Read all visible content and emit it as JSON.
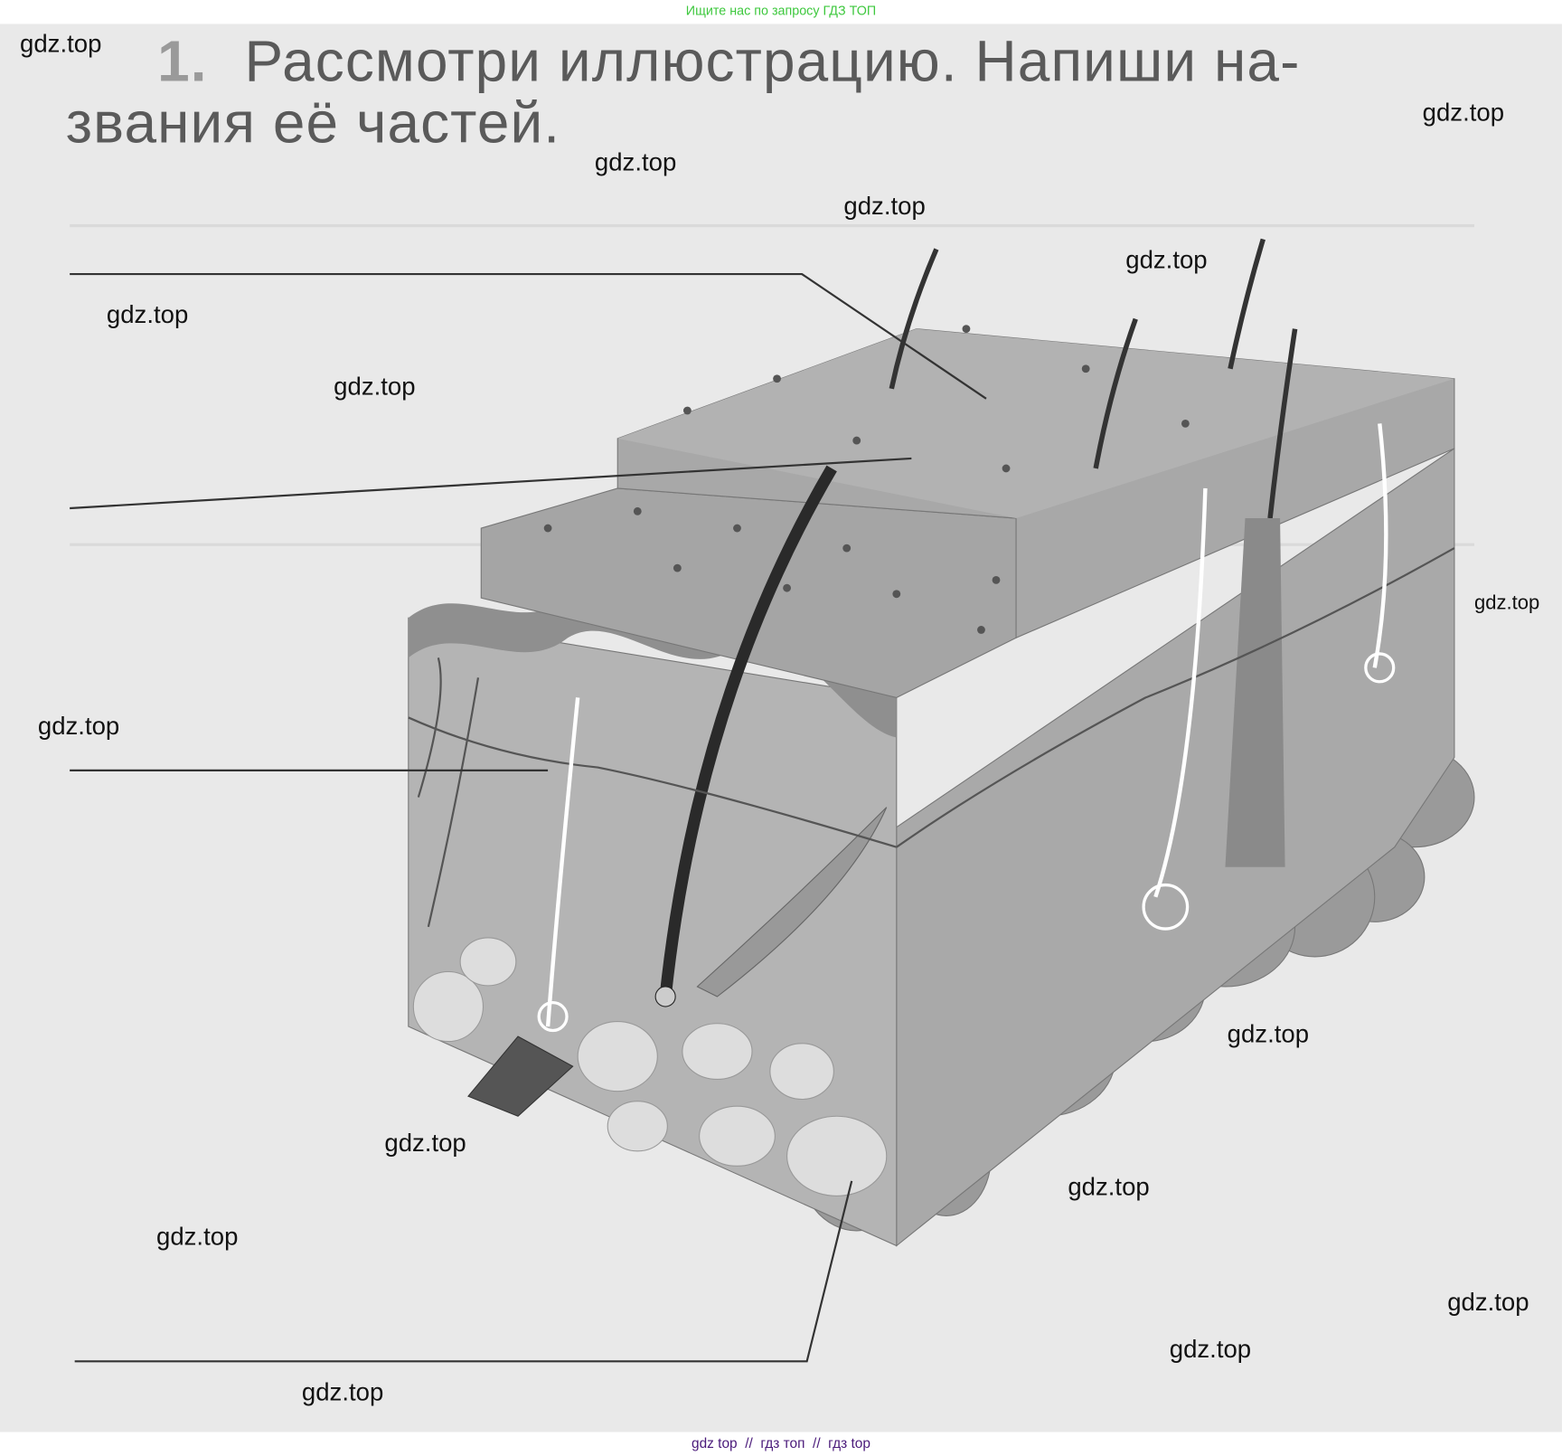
{
  "header_banner": "Ищите нас по запросу ГДЗ ТОП",
  "task": {
    "number": "1.",
    "line1": "Рассмотри иллюстрацию. Напиши на-",
    "line2": "звания её частей."
  },
  "answer_lines_count": 4,
  "watermarks": [
    "gdz.top",
    "gdz.top",
    "gdz.top",
    "gdz.top",
    "gdz.top",
    "gdz.top",
    "gdz.top",
    "gdz.top",
    "gdz.top",
    "gdz.top",
    "gdz.top",
    "gdz.top",
    "gdz.top",
    "gdz.top",
    "gdz.top",
    "gdz.top"
  ],
  "footer_banner": "gdz top  //  гдз топ  //  гдз top"
}
